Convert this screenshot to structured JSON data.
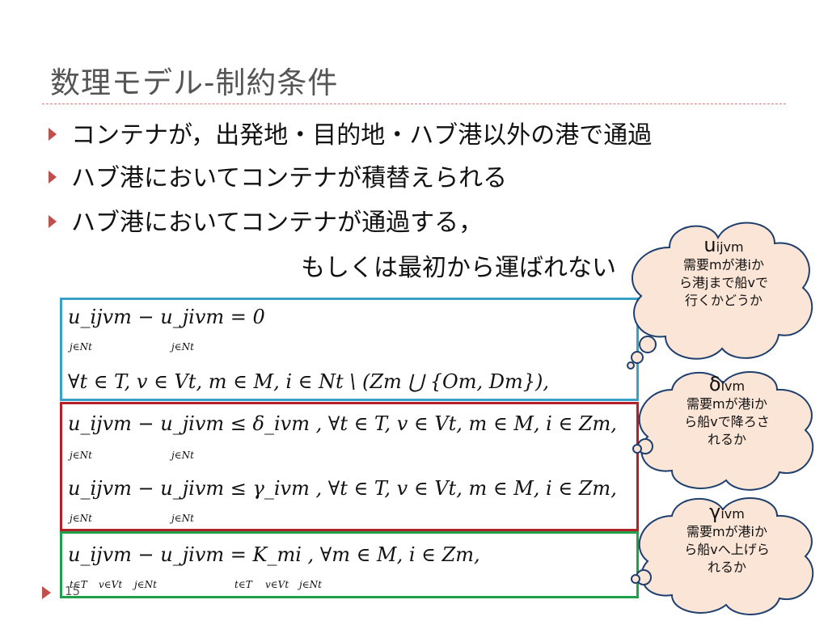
{
  "slide": {
    "title": "数理モデル-制約条件",
    "bullets": [
      "コンテナが，出発地・目的地・ハブ港以外の港で通過",
      "ハブ港においてコンテナが積替えられる",
      "ハブ港においてコンテナが通過する，"
    ],
    "bullet3_cont": "もしくは最初から運ばれない",
    "page_number": "15"
  },
  "equations": {
    "blue_line1": "u_ijvm − u_jivm = 0",
    "blue_line2": "∀t ∈ T, v ∈ Vt, m ∈ M, i ∈ Nt \\ (Zm ⋃ {Om, Dm}),",
    "red_line1": "u_ijvm − u_jivm ≤ δ_ivm , ∀t ∈ T, v ∈ Vt, m ∈ M, i ∈ Zm,",
    "red_line2": "u_ijvm − u_jivm ≤ γ_ivm , ∀t ∈ T, v ∈ Vt, m ∈ M, i ∈ Zm,",
    "green_line": "u_ijvm − u_jivm = K_mi , ∀m ∈ M, i ∈ Zm,",
    "sum_index_j": "j∈Nt",
    "sum_index_t": "t∈T",
    "sum_index_v": "v∈Vt"
  },
  "clouds": [
    {
      "symbol": "u",
      "symbol_sub": "ijvm",
      "text": [
        "需要mが港iか",
        "ら港jまで船vで",
        "行くかどうか"
      ]
    },
    {
      "symbol": "δ",
      "symbol_sub": "ivm",
      "text": [
        "需要mが港iか",
        "ら船vで降ろさ",
        "れるか"
      ]
    },
    {
      "symbol": "γ",
      "symbol_sub": "ivm",
      "text": [
        "需要mが港iか",
        "ら船vへ上げら",
        "れるか"
      ]
    }
  ]
}
